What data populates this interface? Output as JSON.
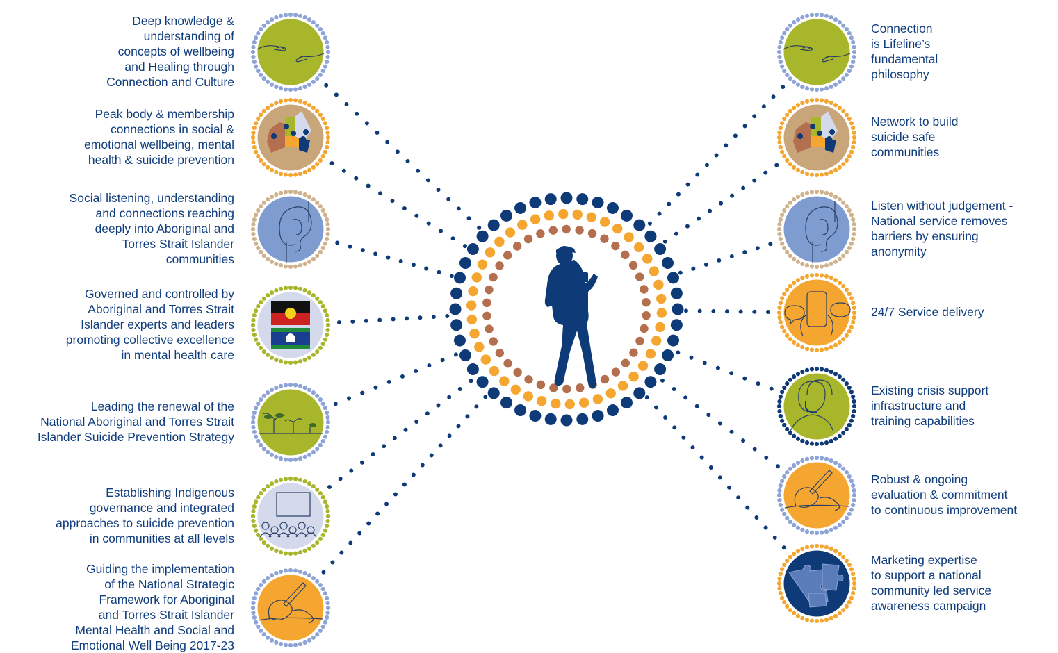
{
  "colors": {
    "navy": "#0e3a78",
    "orange": "#f5a631",
    "terracotta": "#b4704e",
    "olive": "#a7b62a",
    "blue": "#7f9cd0",
    "tan": "#c9a57a",
    "lavender": "#d4d9ec",
    "sand": "#c9a57a",
    "dot_blue": "#8ea4d6",
    "dot_tan": "#cfb38f",
    "dot_olive": "#a7b62a"
  },
  "center": {
    "icon": "walking-person-with-phone-icon"
  },
  "left_items": [
    {
      "text": "Deep knowledge &\nunderstanding of\nconcepts of wellbeing\nand Healing through\nConnection and Culture",
      "icon": "reaching-hands-icon",
      "fill": "olive",
      "ring": "dot_blue"
    },
    {
      "text": "Peak body & membership\nconnections in social &\nemotional wellbeing, mental\nhealth & suicide prevention",
      "icon": "australia-map-pins-icon",
      "fill": "sand",
      "ring": "orange"
    },
    {
      "text": "Social listening, understanding\nand connections reaching\ndeeply into Aboriginal and\nTorres Strait Islander\ncommunities",
      "icon": "ear-icon",
      "fill": "blue",
      "ring": "dot_tan"
    },
    {
      "text": "Governed and controlled by\nAboriginal and Torres Strait\nIslander experts and leaders\npromoting collective excellence\nin mental health care",
      "icon": "flags-icon",
      "fill": "lavender",
      "ring": "dot_olive"
    },
    {
      "text": "Leading the renewal of the\nNational Aboriginal and Torres Strait\nIslander Suicide Prevention Strategy",
      "icon": "seedlings-icon",
      "fill": "olive",
      "ring": "dot_blue"
    },
    {
      "text": "Establishing Indigenous\ngovernance and integrated\napproaches to suicide prevention\nin communities at all levels",
      "icon": "audience-presentation-icon",
      "fill": "lavender",
      "ring": "dot_olive"
    },
    {
      "text": "Guiding the implementation\nof the National Strategic\nFramework for Aboriginal\nand Torres Strait Islander\nMental Health and Social and\nEmotional Well Being 2017-23",
      "icon": "writing-hand-icon",
      "fill": "orange",
      "ring": "dot_blue"
    }
  ],
  "right_items": [
    {
      "text": "Connection\nis Lifeline’s\nfundamental\nphilosophy",
      "icon": "reaching-hands-icon",
      "fill": "olive",
      "ring": "dot_blue"
    },
    {
      "text": "Network to build\nsuicide safe\ncommunities",
      "icon": "australia-map-pins-icon",
      "fill": "sand",
      "ring": "orange"
    },
    {
      "text": "Listen without judgement -\nNational service removes\nbarriers by ensuring\nanonymity",
      "icon": "ear-icon",
      "fill": "blue",
      "ring": "dot_tan"
    },
    {
      "text": "24/7 Service delivery",
      "icon": "phone-chat-icon",
      "fill": "orange",
      "ring": "orange"
    },
    {
      "text": "Existing crisis support\ninfrastructure and\ntraining capabilities",
      "icon": "headset-operator-icon",
      "fill": "olive",
      "ring": "navy"
    },
    {
      "text": "Robust & ongoing\nevaluation & commitment\nto continuous improvement",
      "icon": "writing-hand-icon",
      "fill": "orange",
      "ring": "dot_blue"
    },
    {
      "text": "Marketing expertise\nto support a national\ncommunity led service\nawareness campaign",
      "icon": "puzzle-pieces-icon",
      "fill": "navy",
      "ring": "orange"
    }
  ]
}
